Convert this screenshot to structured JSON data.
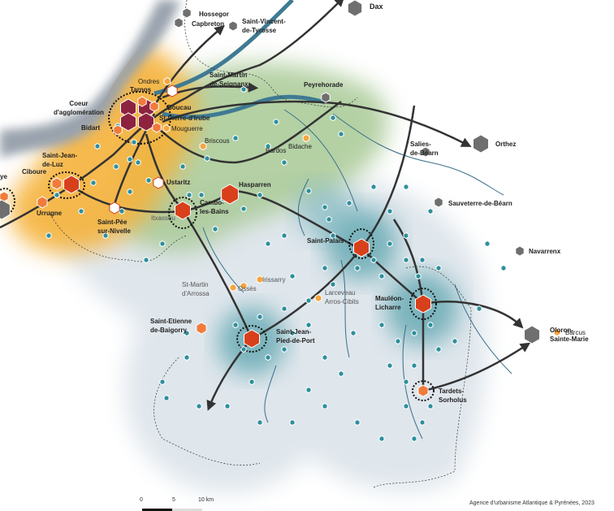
{
  "colors": {
    "sea": "#9aa3ad",
    "coast_urban": "#f3a81c",
    "green": "#9fc28a",
    "teal": "#2e8f9c",
    "hub": "#d8401c",
    "agglo": "#8e2340",
    "minor_hub": "#f07b3b",
    "local": "#f5a540",
    "outside": "#6f6f6f",
    "road": "#333333",
    "river": "#3a6f8a"
  },
  "labels": {
    "dax": "Dax",
    "hossegor": "Hossegor",
    "capbreton": "Capbreton",
    "saint_vincent": "Saint-Vincent-\nde-Tyrosse",
    "saint_martin_seignanx": "Saint-Martin\nde-Seignanx",
    "ondres": "Ondres",
    "tarnos": "Tarnos",
    "coeur": "Coeur\nd'agglomération",
    "boucau": "Boucau",
    "st_pierre": "St-Pierre-d'Irube",
    "mouguerre": "Mouguerre",
    "bidart": "Bidart",
    "peyrehorade": "Peyrehorade",
    "briscous": "Briscous",
    "bardos": "Bardos",
    "bidache": "Bidache",
    "orthez": "Orthez",
    "salies": "Salies-\nde-Béarn",
    "saint_jean_de_luz": "Saint-Jean-\nde-Luz",
    "ciboure": "Ciboure",
    "hendaye_partial": "ye",
    "ustaritz": "Ustaritz",
    "hasparren": "Hasparren",
    "cambo": "Cambo-\nles-Bains",
    "itxassou": "Itxassou",
    "urrugne": "Urrugne",
    "saint_pee": "Saint-Pée\nsur-Nivelle",
    "sauveterre": "Sauveterre-de-Béarn",
    "navarrenx": "Navarrenx",
    "saint_palais": "Saint-Palais",
    "st_martin_arrossa": "St-Martin\nd'Arrossa",
    "irissarry": "Irissarry",
    "osses": "Ossès",
    "larceveau": "Larceveau\nArros-Cibits",
    "mauleon": "Mauléon-\nLicharre",
    "barcus": "Barcus",
    "saint_etienne": "Saint-Etienne\nde-Baigorry",
    "sjpp": "Saint-Jean-\nPied-de-Port",
    "oloron": "Oloron-\nSainte-Marie",
    "tardets": "Tardets-\nSorholus"
  },
  "scale_bar": {
    "tick0": "0",
    "tick1": "5",
    "tick2": "10 km"
  },
  "credit": "Agence d'urbanisme Atlantique & Pyrénées, 2023"
}
